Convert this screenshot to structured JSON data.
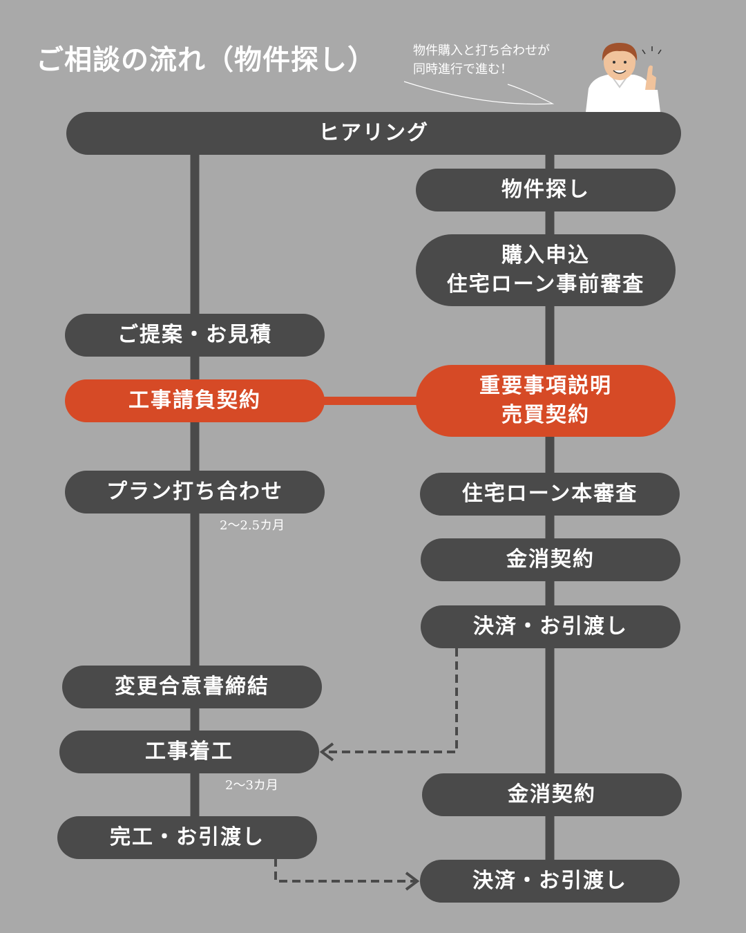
{
  "title": "ご相談の流れ（物件探し）",
  "bubble": {
    "line1": "物件購入と打ち合わせが",
    "line2": "同時進行で進む！"
  },
  "colors": {
    "background": "#a9a9a9",
    "node": "#4a4a4a",
    "accent": "#d64a26",
    "text": "#ffffff"
  },
  "hearing": "ヒアリング",
  "construction_flow": {
    "proposal": "ご提案・お見積",
    "contract": "工事請負契約",
    "plan_meeting": "プラン打ち合わせ",
    "plan_duration": "2～2.5カ月",
    "change_agreement": "変更合意書締結",
    "start": "工事着工",
    "build_duration": "2～3カ月",
    "completion": "完工・お引渡し"
  },
  "property_flow": {
    "search": "物件探し",
    "application_line1": "購入申込",
    "application_line2": "住宅ローン事前審査",
    "explanation_line1": "重要事項説明",
    "explanation_line2": "売買契約",
    "loan_review": "住宅ローン本審査",
    "loan_contract_1": "金消契約",
    "settlement_1": "決済・お引渡し",
    "loan_contract_2": "金消契約",
    "settlement_2": "決済・お引渡し"
  }
}
